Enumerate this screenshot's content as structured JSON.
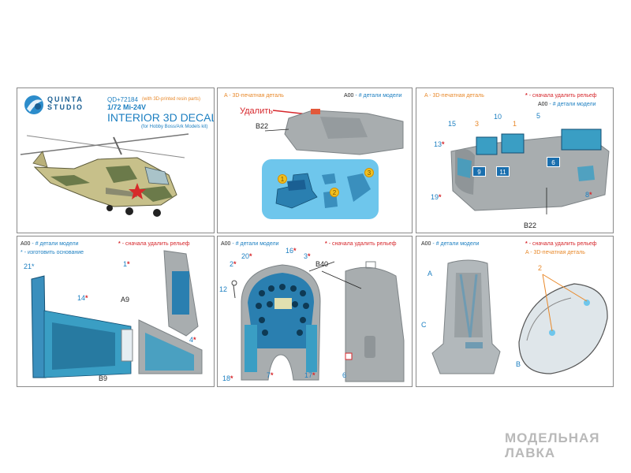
{
  "brand": {
    "line1": "QUINTA",
    "line2": "STUDIO"
  },
  "header": {
    "code": "QD+72184",
    "code_note": "(with 3D-printed resin parts)",
    "model": "1/72 Mi-24V",
    "product": "INTERIOR 3D DECAL",
    "compat": "(for Hobby Boss/Ark Models kit)"
  },
  "legend": {
    "part_A": "A",
    "printed_part": "- 3D-печатная деталь",
    "model_part_code": "A00",
    "model_part": "- # детали модели",
    "remove_relief": "- сначала удалить рельеф",
    "make_base": "- изготовить основание"
  },
  "panel2": {
    "remove": "Удалить",
    "part": "B22",
    "circles": [
      "1",
      "2",
      "3"
    ]
  },
  "panel3": {
    "callouts": [
      "15",
      "3",
      "10",
      "1",
      "5",
      "13",
      "9",
      "11",
      "6",
      "19",
      "8"
    ],
    "part": "B22"
  },
  "panel4": {
    "callouts": [
      "21",
      "1",
      "14",
      "4"
    ],
    "parts": [
      "A9",
      "B9"
    ]
  },
  "panel5": {
    "callouts": [
      "2",
      "20",
      "16",
      "3",
      "12",
      "18",
      "7",
      "17",
      "6"
    ],
    "part": "B40"
  },
  "panel6": {
    "callouts": [
      "A",
      "2",
      "C",
      "B"
    ]
  },
  "colors": {
    "accent_blue": "#1c7fc1",
    "accent_orange": "#e8892b",
    "accent_red": "#d6262b",
    "grey_part": "#a6adb0",
    "decal_blue": "#3a9ec4"
  },
  "watermark": {
    "line1": "МОДЕЛЬНАЯ",
    "line2": "ЛАВКА"
  }
}
